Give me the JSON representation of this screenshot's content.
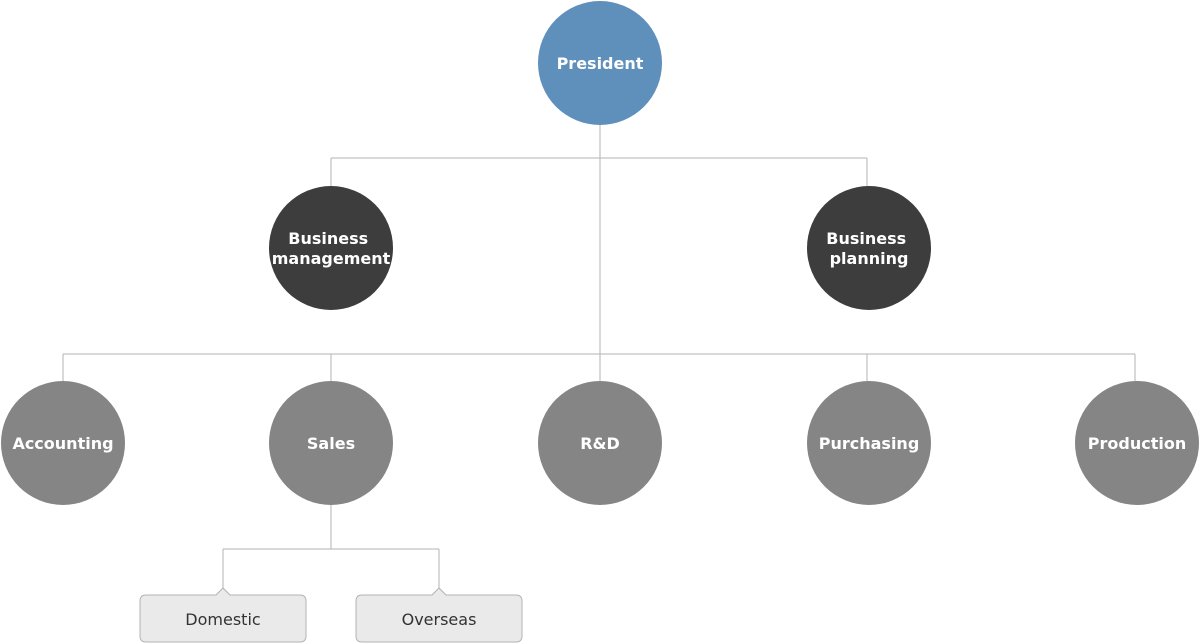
{
  "colors": {
    "president": "#5f8fbb",
    "management": "#3d3d3d",
    "department": "#858585",
    "sub_unit": "#eaeaea",
    "connector": "#b3b3b3"
  },
  "president": {
    "label": "President"
  },
  "management": {
    "business_management": {
      "line1": "Business",
      "line2": "management"
    },
    "business_planning": {
      "line1": "Business",
      "line2": "planning"
    }
  },
  "departments": {
    "accounting": "Accounting",
    "sales": "Sales",
    "rnd": "R&D",
    "purchasing": "Purchasing",
    "production": "Production"
  },
  "sales_units": {
    "domestic": "Domestic",
    "overseas": "Overseas"
  }
}
